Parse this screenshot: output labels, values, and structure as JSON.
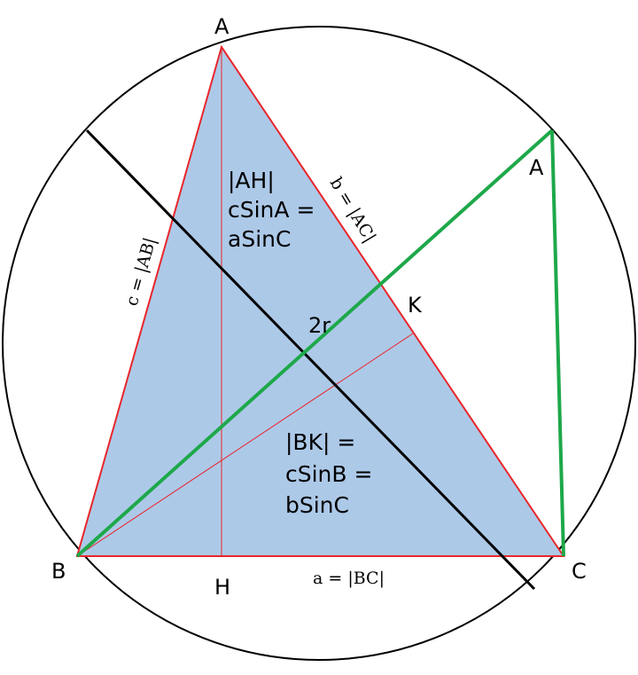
{
  "labels": {
    "vertex_a": "A",
    "vertex_b": "B",
    "vertex_c": "C",
    "point_h": "H",
    "point_k": "K",
    "angle_a_prime": "A",
    "diameter": "2r"
  },
  "formulas": {
    "ah": [
      "|AH|",
      "cSinA =",
      "aSinC"
    ],
    "bk": [
      "|BK| =",
      "cSinB =",
      "bSinC"
    ]
  },
  "sides": {
    "a": "a = |BC|",
    "b": "b = |AC|",
    "c": "c = |AB|"
  },
  "colors": {
    "triangle_fill": "#adc9e8",
    "triangle_edge": "#e8262a",
    "diameter_line": "#000000",
    "inscribed_triangle": "#1ea84a",
    "circle": "#000000"
  }
}
